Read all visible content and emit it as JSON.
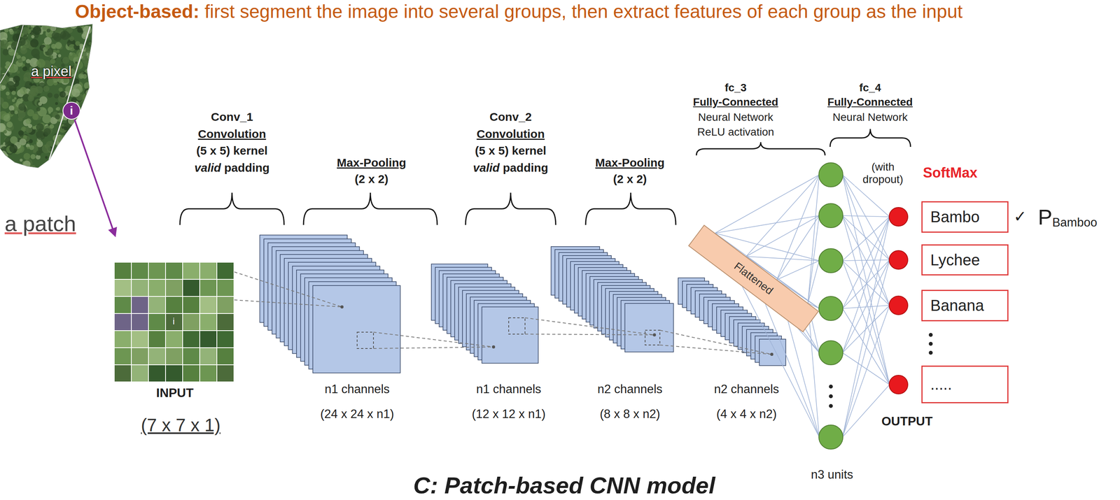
{
  "diagram": {
    "caption": "C: Patch-based CNN model",
    "nodes": [
      {
        "text": [
          "Flattened"
        ]
      },
      {
        "text": [
          "Bambo"
        ]
      },
      {
        "text": [
          "Lychee"
        ]
      },
      {
        "text": [
          "Banana"
        ]
      },
      {
        "text": [
          "....."
        ]
      }
    ],
    "labels": [
      "Object-based:",
      "first segment the image into several groups, then extract features of each group as the input",
      "a pixel",
      "i",
      "a patch",
      "i",
      "INPUT",
      "(7 x 7 x 1)",
      "Conv_1",
      "Convolution",
      "(5 x 5) kernel",
      "valid",
      "padding",
      "n1 channels",
      "(24 x 24 x n1)",
      "Max-Pooling",
      "(2 x 2)",
      "n1 channels",
      "(12 x 12 x n1)",
      "Conv_2",
      "Convolution",
      "(5 x 5) kernel",
      "valid",
      "padding",
      "n2 channels",
      "(8 x 8 x n2)",
      "Max-Pooling",
      "(2 x 2)",
      "n2 channels",
      "(4 x 4 x n2)",
      "fc_3",
      "Fully-Connected",
      "Neural Network",
      "ReLU activation",
      "fc_4",
      "Fully-Connected",
      "Neural Network",
      "(with dropout)",
      "SoftMax",
      "✓",
      "P",
      "Bamboo",
      "OUTPUT",
      "n3 units"
    ]
  }
}
